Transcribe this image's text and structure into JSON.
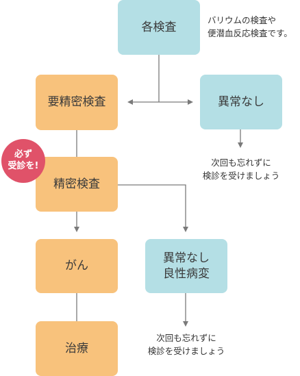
{
  "nodes": {
    "exam": "各検査",
    "detailed_exam": "要精密検査",
    "no_abnormality_1": "異常なし",
    "precision_exam": "精密検査",
    "cancer": "がん",
    "no_abnormality_benign_line1": "異常なし",
    "no_abnormality_benign_line2": "良性病変",
    "treatment": "治療"
  },
  "notes": {
    "exam_line1": "バリウムの検査や",
    "exam_line2": "便潜血反応検査です。",
    "next_time_1_line1": "次回も忘れずに",
    "next_time_1_line2": "検診を受けましょう",
    "next_time_2_line1": "次回も忘れずに",
    "next_time_2_line2": "検診を受けましょう"
  },
  "badge": {
    "line1": "必ず",
    "line2": "受診を!"
  },
  "colors": {
    "blue_box": "#b4dfe5",
    "orange_box": "#f8c27c",
    "badge": "#e05269",
    "line": "#7a7a7a"
  }
}
